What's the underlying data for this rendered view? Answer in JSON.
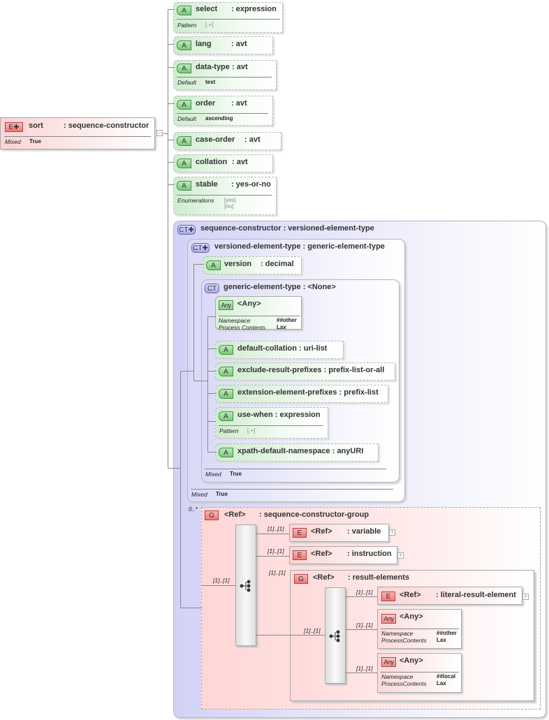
{
  "root": {
    "badge": "E",
    "name": "sort",
    "type": ": sequence-constructor",
    "mixed_label": "Mixed",
    "mixed_value": "True",
    "toggle": "−"
  },
  "attributes": [
    {
      "name": "select",
      "type": ": expression",
      "prop_label": "Pattern",
      "prop_value": "[.+]"
    },
    {
      "name": "lang",
      "type": ": avt"
    },
    {
      "name": "data-type",
      "type": ": avt",
      "prop_label": "Default",
      "prop_value": "text"
    },
    {
      "name": "order",
      "type": ": avt",
      "prop_label": "Default",
      "prop_value": "ascending"
    },
    {
      "name": "case-order",
      "type": ": avt"
    },
    {
      "name": "collation",
      "type": ": avt"
    },
    {
      "name": "stable",
      "type": ": yes-or-no",
      "prop_label": "Enumerations",
      "enum": [
        "[yes]",
        "[no]"
      ]
    }
  ],
  "attr_badge": "A",
  "ct_outer": {
    "badge": "CT",
    "title": "sequence-constructor : versioned-element-type"
  },
  "ct_versioned": {
    "badge": "CT",
    "title": "versioned-element-type : generic-element-type",
    "version": {
      "name": "version",
      "type": ": decimal"
    },
    "mixed_label": "Mixed",
    "mixed_value": "True"
  },
  "ct_generic": {
    "badge": "CT",
    "title": "generic-element-type : <None>",
    "any": {
      "badge": "Any",
      "name": "<Any>",
      "ns_label": "Namespace",
      "ns_value": "##other",
      "pc_label": "Process Contents",
      "pc_value": "Lax"
    },
    "attrs": [
      {
        "name": "default-collation",
        "type": ": uri-list"
      },
      {
        "name": "exclude-result-prefixes",
        "type": ": prefix-list-or-all"
      },
      {
        "name": "extension-element-prefixes",
        "type": ": prefix-list"
      },
      {
        "name": "use-when",
        "type": ": expression",
        "prop_label": "Pattern",
        "prop_value": "[.+]"
      },
      {
        "name": "xpath-default-namespace",
        "type": ": anyURI"
      }
    ],
    "mixed_label": "Mixed",
    "mixed_value": "True"
  },
  "group": {
    "occurs": "0..*",
    "badge": "G",
    "ref": "<Ref>",
    "name": ": sequence-constructor-group",
    "seq_occurs": "[1]..[1]",
    "children": [
      {
        "occurs": "[1]..[1]",
        "badge": "E",
        "ref": "<Ref>",
        "name": ": variable"
      },
      {
        "occurs": "[1]..[1]",
        "badge": "E",
        "ref": "<Ref>",
        "name": ": instruction"
      }
    ],
    "result": {
      "occurs": "[1]..[1]",
      "badge": "G",
      "ref": "<Ref>",
      "name": ": result-elements",
      "seq_occurs": "[1]..[1]",
      "literal": {
        "occurs": "[1]..[1]",
        "badge": "E",
        "ref": "<Ref>",
        "name": ": literal-result-element"
      },
      "anys": [
        {
          "occurs": "[1]..[1]",
          "badge": "Any",
          "name": "<Any>",
          "ns_label": "Namespace",
          "ns_value": "##other",
          "pc_label": "ProcessContents",
          "pc_value": "Lax"
        },
        {
          "occurs": "[1]..[1]",
          "badge": "Any",
          "name": "<Any>",
          "ns_label": "Namespace",
          "ns_value": "##local",
          "pc_label": "ProcessContents",
          "pc_value": "Lax"
        }
      ]
    }
  },
  "expand": "+",
  "colors": {
    "attribute": "#cdeccd",
    "element": "#fbd3d3",
    "complex_type": "#d2d2f7",
    "group": "#ffd6d6"
  }
}
